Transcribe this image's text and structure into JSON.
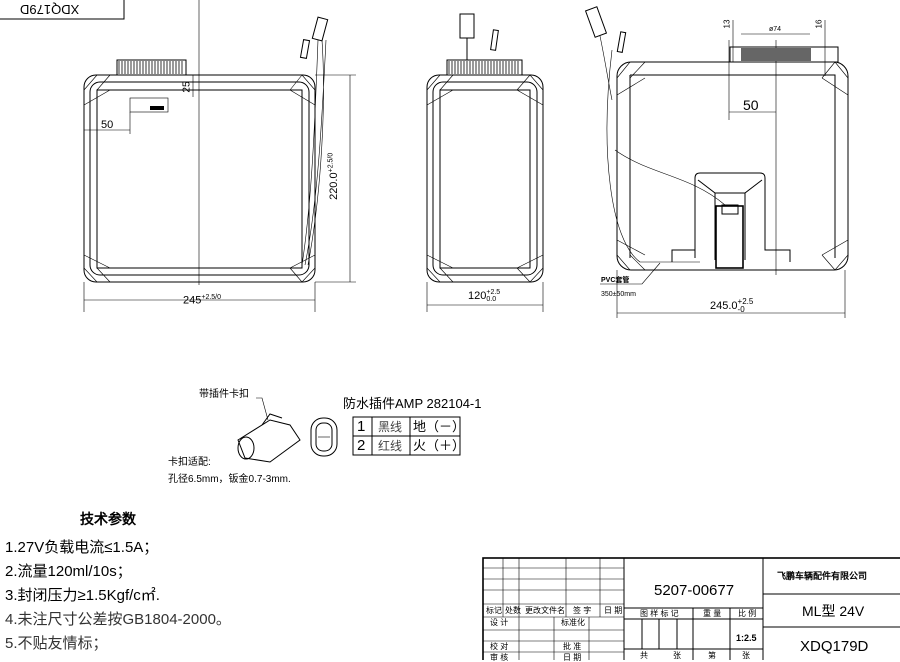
{
  "corner_label": "XDQ179D",
  "views": {
    "front": {
      "dim_width": "245",
      "dim_width_tol": "+2.5/0",
      "dim_height": "220.0",
      "dim_height_tol": "+2.5/0",
      "dim_left": "50",
      "dim_top": "25"
    },
    "side": {
      "dim_width": "120",
      "dim_width_tol_upper": "+2.5",
      "dim_width_tol_lower": "0.0"
    },
    "section": {
      "dim_diameter": "ø74",
      "dim_13": "13",
      "dim_16": "16",
      "dim_offset": "50",
      "pvc_label": "PVC套管",
      "pvc_length": "350±50mm",
      "dim_width": "245.0",
      "dim_width_tol_upper": "+2.5",
      "dim_width_tol_lower": "-0"
    }
  },
  "connector": {
    "clip_label": "带插件卡扣",
    "title": "防水插件AMP 282104-1",
    "fit_label": "卡扣适配:",
    "fit_spec": "孔径6.5mm，钣金0.7-3mm.",
    "pins": [
      {
        "no": "1",
        "wire": "黑线",
        "func": "地（－）"
      },
      {
        "no": "2",
        "wire": "红线",
        "func": "火（＋）"
      }
    ]
  },
  "tech": {
    "title": "技术参数",
    "items": [
      "1.27V负载电流≤1.5A；",
      "2.流量120ml/10s；",
      "3.封闭压力≥1.5Kgf/c㎡.",
      "4.未注尺寸公差按GB1804-2000。",
      "5.不贴友情标；"
    ]
  },
  "title_block": {
    "headers": [
      "标记",
      "处数",
      "更改文件名",
      "签 字",
      "日 期"
    ],
    "design": "设 计",
    "standard": "标准化",
    "check": "校 对",
    "approve": "批 准",
    "review": "审 核",
    "date": "日 期",
    "drawing_no": "5207-00677",
    "mark_label": "图 样 标 记",
    "weight_label": "重 量",
    "scale_label": "比 例",
    "scale": "1:2.5",
    "total_label": "共",
    "sheets_label": "张",
    "page_label": "第",
    "company": "飞鹏车辆配件有限公司",
    "model": "ML型 24V",
    "part_no": "XDQ179D"
  }
}
